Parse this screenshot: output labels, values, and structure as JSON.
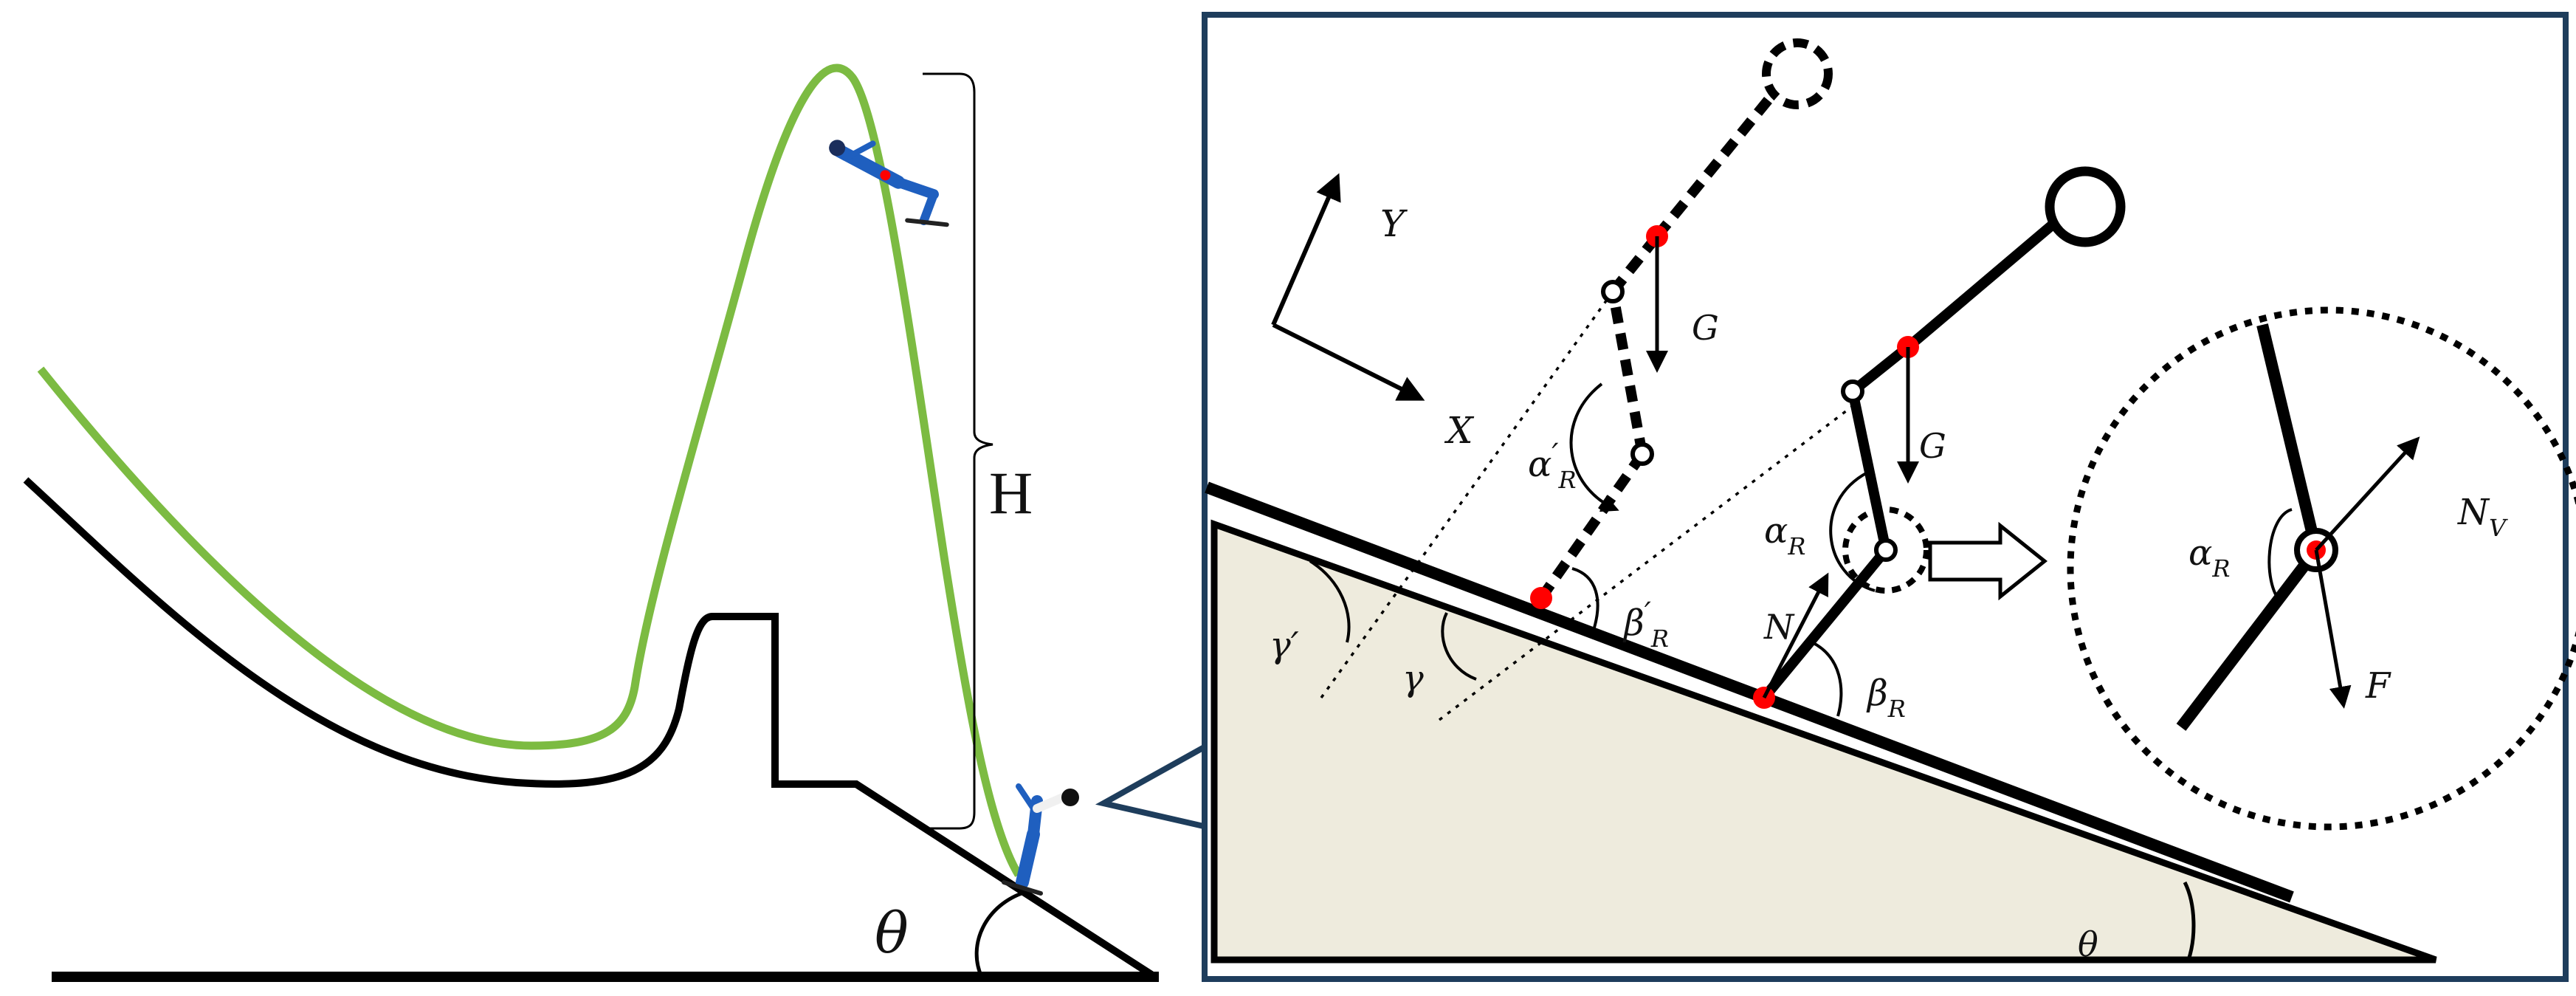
{
  "colors": {
    "trajectory": "#7cbb42",
    "ground": "#000000",
    "frame_border": "#1e3d5c",
    "slope_fill": "#eeebdd",
    "joint": "#ff0000",
    "background": "#ffffff"
  },
  "icons": {
    "skier_airborne": "skier-airborne-icon",
    "skier_landing": "skier-landing-icon",
    "hollow_arrow": "hollow-arrow-icon"
  },
  "left_panel": {
    "height_label": "H",
    "angle_label": "θ"
  },
  "right_panel": {
    "axes": {
      "x_label": "X",
      "y_label": "Y"
    },
    "gravity_label_dashed": "G",
    "gravity_label_solid": "G",
    "normal_force_label": "N",
    "alpha_dashed": {
      "base": "α",
      "sup": "′",
      "sub": "R"
    },
    "beta_dashed": {
      "base": "β",
      "sup": "′",
      "sub": "R"
    },
    "alpha_solid": {
      "base": "α",
      "sub": "R"
    },
    "beta_solid": {
      "base": "β",
      "sub": "R"
    },
    "gamma_prime": "γ′",
    "gamma": "γ",
    "theta": "θ",
    "zoom": {
      "alpha": {
        "base": "α",
        "sub": "R"
      },
      "normal_label": {
        "base": "N",
        "sub": "V"
      },
      "friction_label": "F"
    }
  }
}
